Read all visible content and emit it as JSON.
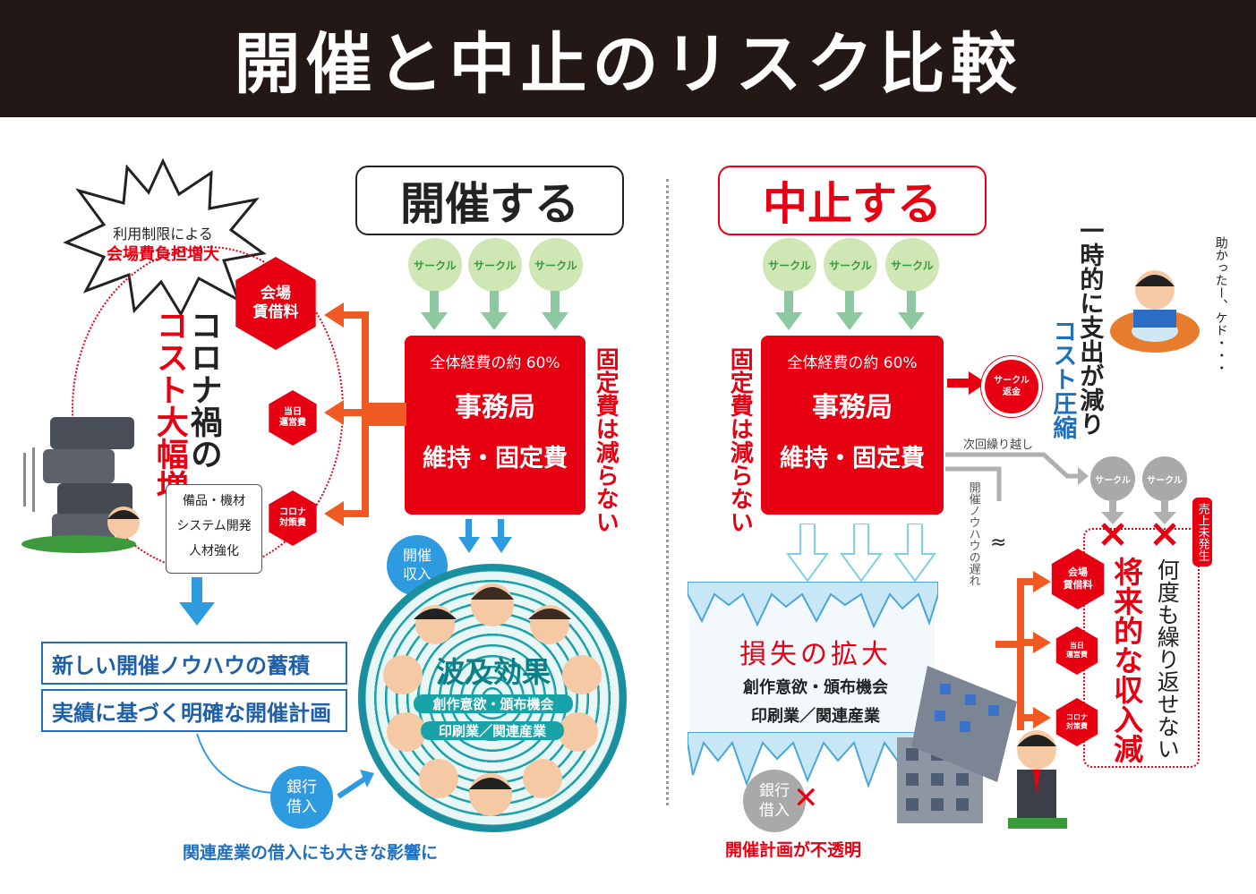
{
  "title": "開催と中止のリスク比較",
  "colors": {
    "red": "#e60012",
    "orange": "#f05a22",
    "blue": "#1f6fbf",
    "green": "#8cc9a0",
    "dark": "#231815"
  },
  "left": {
    "heading": "開催する",
    "circles": [
      "サークル",
      "サークル",
      "サークル"
    ],
    "box_line1": "全体経費の約 60%",
    "box_line2": "事務局",
    "box_line3": "維持・固定費",
    "side_vertical": "固定費は減らない",
    "burst_line1": "利用制限による",
    "burst_line2": "会場費負担増大",
    "corona_v1": "コロナ禍の",
    "corona_v2": "コスト大幅増",
    "hex1": "会場\n賃借料",
    "hex2": "当日\n運営費",
    "hex3": "コロナ\n対策費",
    "items": [
      "備品・機材",
      "システム開発",
      "人材強化"
    ],
    "blue_box1": "新しい開催ノウハウの蓄積",
    "blue_box2": "実績に基づく明確な開催計画",
    "income_bubble": "開催\n収入",
    "ripple_title": "波及効果",
    "ripple_sub1": "創作意欲・頒布機会",
    "ripple_sub2": "印刷業／関連産業",
    "bank_bubble": "銀行\n借入",
    "bottom_note": "関連産業の借入にも大きな影響に"
  },
  "right": {
    "heading": "中止する",
    "circles": [
      "サークル",
      "サークル",
      "サークル"
    ],
    "box_line1": "全体経費の約 60%",
    "box_line2": "事務局",
    "box_line3": "維持・固定費",
    "side_vertical": "固定費は減らない",
    "refund": "サークル\n返金",
    "temp_v1": "一時的に支出が減り",
    "temp_v2": "コスト圧縮",
    "speech": "助かったー、ケド・・・",
    "carry": "次回繰り越し",
    "small_circles": [
      "サークル",
      "サークル"
    ],
    "knowhow_v": "開催ノウハウの遅れ",
    "approx": "≈",
    "sales_tag": "売上未発生",
    "hex1": "会場\n賃借料",
    "hex2": "当日\n運営費",
    "hex3": "コロナ\n対策費",
    "future_v": "将来的な収入減",
    "repeat_v": "何度も繰り返せない",
    "loss_title": "損失の拡大",
    "loss_sub1": "創作意欲・頒布機会",
    "loss_sub2": "印刷業／関連産業",
    "bank_bubble": "銀行\n借入",
    "bank_x": "✕",
    "bottom_note": "開催計画が不透明"
  }
}
